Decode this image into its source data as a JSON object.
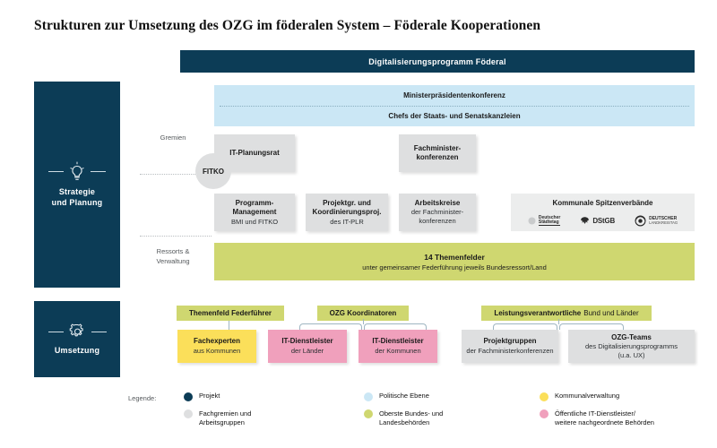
{
  "title": "Strukturen zur Umsetzung des OZG im föderalen System  –  Föderale Kooperationen",
  "program_bar": {
    "label": "Digitalisierungsprogramm Föderal"
  },
  "sections": {
    "strategie": {
      "side_label": "Strategie\nund Planung",
      "icon": "lightbulb-icon",
      "row_labels": {
        "gremien": "Gremien",
        "ressorts": "Ressorts &\nVerwaltung"
      },
      "political": [
        {
          "label": "Ministerpräsidentenkonferenz"
        },
        {
          "label": "Chefs der Staats- und Senatskanzleien"
        }
      ],
      "gremien_boxes": [
        {
          "title": "IT-Planungsrat",
          "sub": ""
        },
        {
          "title": "Fachminister-\nkonferenzen",
          "sub": ""
        }
      ],
      "fitko": {
        "label": "FITKO"
      },
      "arbeits_boxes": [
        {
          "title": "Programm-\nManagement",
          "sub": "BMI und FITKO"
        },
        {
          "title": "Projektgr. und\nKoordinierungsproj.",
          "sub": "des IT-PLR"
        },
        {
          "title": "Arbeitskreise",
          "sub": "der Fachminister-\nkonferenzen"
        }
      ],
      "ksv": {
        "title": "Kommunale Spitzenverbände",
        "logos": [
          {
            "name": "deutscher-staedtetag-logo",
            "line1": "Deutscher",
            "line2": "Städtetag"
          },
          {
            "name": "dstgb-logo",
            "label": "DStGB"
          },
          {
            "name": "deutscher-landkreistag-logo",
            "line1": "DEUTSCHER",
            "line2": "LANDKREISTAG"
          }
        ]
      },
      "themenfelder": {
        "title": "14 Themenfelder",
        "sub": "unter gemeinsamer Federführung jeweils Bundesressort/Land"
      }
    },
    "umsetzung": {
      "side_label": "Umsetzung",
      "icon": "gear-icon",
      "chips": [
        {
          "bold": "Themenfeld Federführer",
          "regular": ""
        },
        {
          "bold": "OZG Koordinatoren",
          "regular": ""
        },
        {
          "bold": "Leistungsverantwortliche",
          "regular": "Bund und Länder"
        }
      ],
      "boxes": [
        {
          "title": "Fachexperten",
          "sub": "aus Kommunen",
          "color": "c-yellow"
        },
        {
          "title": "IT-Dienstleister",
          "sub": "der Länder",
          "color": "c-pink"
        },
        {
          "title": "IT-Dienstleister",
          "sub": "der Kommunen",
          "color": "c-pink"
        },
        {
          "title": "Projektgruppen",
          "sub": "der Fachministerkonferenzen",
          "color": "c-gray"
        },
        {
          "title": "OZG-Teams",
          "sub": "des Digitalisierungsprogramms\n(u.a. UX)",
          "color": "c-gray"
        }
      ]
    }
  },
  "legend": {
    "label": "Legende:",
    "items": [
      {
        "color": "#0c3c56",
        "text": "Projekt"
      },
      {
        "color": "#dedfe0",
        "text": "Fachgremien und\nArbeitsgruppen"
      },
      {
        "color": "#cbe7f5",
        "text": "Politische Ebene"
      },
      {
        "color": "#cfd770",
        "text": "Oberste Bundes- und\nLandesbehörden"
      },
      {
        "color": "#fbdf5a",
        "text": "Kommunalverwaltung"
      },
      {
        "color": "#f0a0bc",
        "text": "Öffentliche IT-Dienstleister/\nweitere nachgeordnete Behörden"
      }
    ]
  },
  "colors": {
    "navy": "#0c3c56",
    "light_blue": "#cbe7f5",
    "gray": "#dedfe0",
    "olive": "#cfd770",
    "yellow": "#fbdf5a",
    "pink": "#f0a0bc"
  }
}
